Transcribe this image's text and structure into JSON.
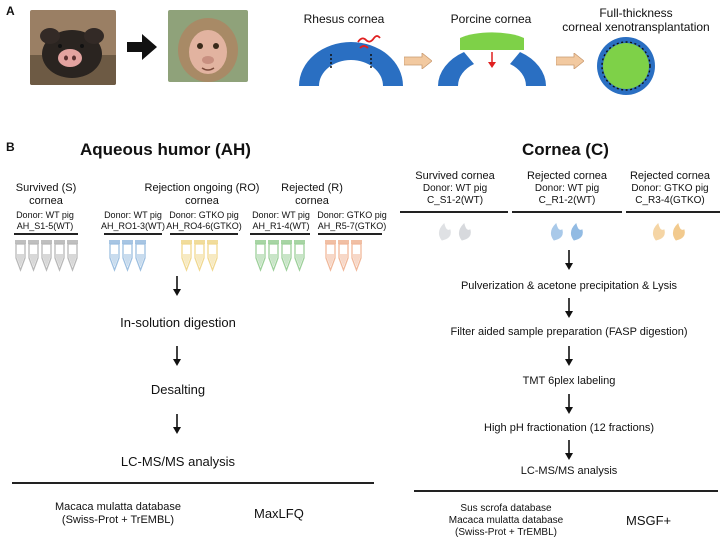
{
  "panel_a": {
    "letter": "A",
    "rhesus_label": "Rhesus cornea",
    "porcine_label": "Porcine cornea",
    "result_label_line1": "Full-thickness",
    "result_label_line2": "corneal xenotransplantation",
    "colors": {
      "cornea_blue": "#2a6fc2",
      "porcine_green": "#7ed148",
      "arrow_tan": "#f2c9a0",
      "suture_red": "#e02020"
    }
  },
  "panel_b": {
    "letter": "B",
    "ah": {
      "title": "Aqueous humor (AH)",
      "groups": [
        {
          "name_line1": "Survived (S)",
          "name_line2": "cornea"
        },
        {
          "name_line1": "Rejection ongoing (RO)",
          "name_line2": "cornea"
        },
        {
          "name_line1": "Rejected (R)",
          "name_line2": "cornea"
        }
      ],
      "samples": [
        {
          "donor": "Donor: WT pig",
          "id": "AH_S1-5(WT)",
          "color": "#b8b8b8"
        },
        {
          "donor": "Donor: WT pig",
          "id": "AH_RO1-3(WT)",
          "color": "#9dbfe0"
        },
        {
          "donor": "Donor: GTKO pig",
          "id": "AH_RO4-6(GTKO)",
          "color": "#f0d890"
        },
        {
          "donor": "Donor: WT pig",
          "id": "AH_R1-4(WT)",
          "color": "#9dd09a"
        },
        {
          "donor": "Donor: GTKO pig",
          "id": "AH_R5-7(GTKO)",
          "color": "#f0b89a"
        }
      ],
      "steps": [
        "In-solution digestion",
        "Desalting",
        "LC-MS/MS analysis"
      ],
      "database_line1": "Macaca mulatta database",
      "database_line2": "(Swiss-Prot + TrEMBL)",
      "software": "MaxLFQ"
    },
    "cornea": {
      "title": "Cornea (C)",
      "groups": [
        {
          "name": "Survived cornea",
          "donor": "Donor: WT pig",
          "id": "C_S1-2(WT)",
          "color": "#d5d8dc"
        },
        {
          "name": "Rejected cornea",
          "donor": "Donor: WT pig",
          "id": "C_R1-2(WT)",
          "color": "#8db8e2"
        },
        {
          "name": "Rejected cornea",
          "donor": "Donor: GTKO pig",
          "id": "C_R3-4(GTKO)",
          "color": "#f2c888"
        }
      ],
      "steps": [
        "Pulverization & acetone precipitation & Lysis",
        "Filter aided sample preparation (FASP digestion)",
        "TMT 6plex labeling",
        "High pH fractionation (12 fractions)",
        "LC-MS/MS analysis"
      ],
      "database_line1": "Sus scrofa database",
      "database_line2": "Macaca mulatta database",
      "database_line3": "(Swiss-Prot + TrEMBL)",
      "software": "MSGF+"
    }
  }
}
